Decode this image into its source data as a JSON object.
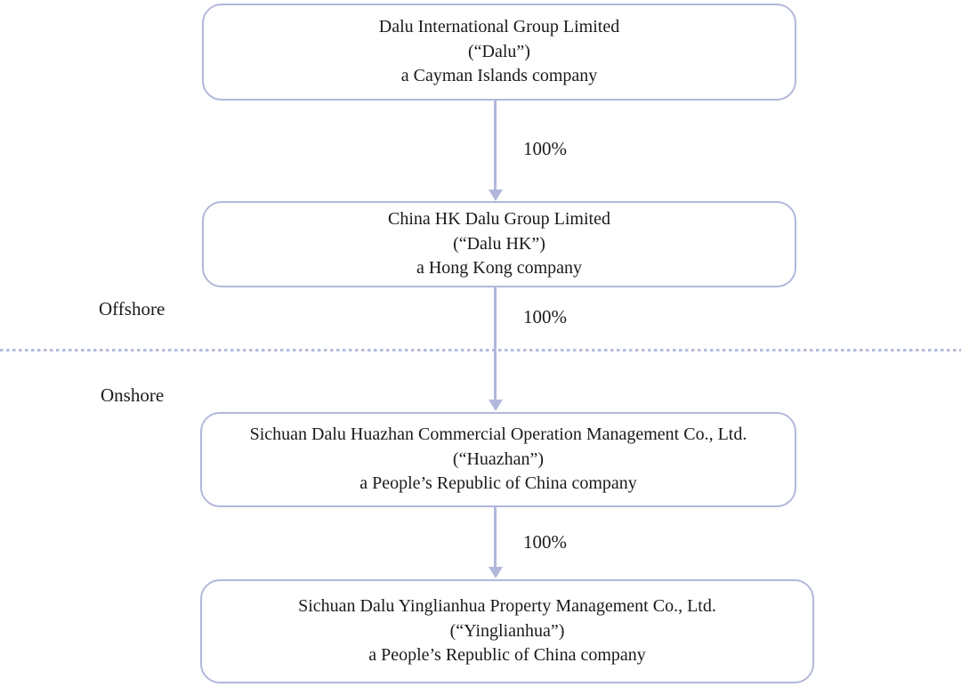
{
  "diagram": {
    "title": "Corporate structure chart",
    "colors": {
      "line": "#b2b8db",
      "text": "#1a1a1a",
      "background": "#ffffff"
    },
    "regions": {
      "offshore_label": "Offshore",
      "onshore_label": "Onshore"
    },
    "nodes": [
      {
        "name": "Dalu International Group Limited",
        "alias": "(“Dalu”)",
        "jurisdiction": "a Cayman Islands company"
      },
      {
        "name": "China HK Dalu Group Limited",
        "alias": "(“Dalu HK”)",
        "jurisdiction": "a Hong Kong company"
      },
      {
        "name": "Sichuan Dalu Huazhan Commercial Operation Management Co., Ltd.",
        "alias": "(“Huazhan”)",
        "jurisdiction": "a People’s Republic of China company"
      },
      {
        "name": "Sichuan Dalu Yinglianhua Property Management Co., Ltd.",
        "alias": "(“Yinglianhua”)",
        "jurisdiction": "a People’s Republic of China company"
      }
    ],
    "edges": [
      {
        "from": 0,
        "to": 1,
        "label": "100%"
      },
      {
        "from": 1,
        "to": 2,
        "label": "100%"
      },
      {
        "from": 2,
        "to": 3,
        "label": "100%"
      }
    ]
  }
}
